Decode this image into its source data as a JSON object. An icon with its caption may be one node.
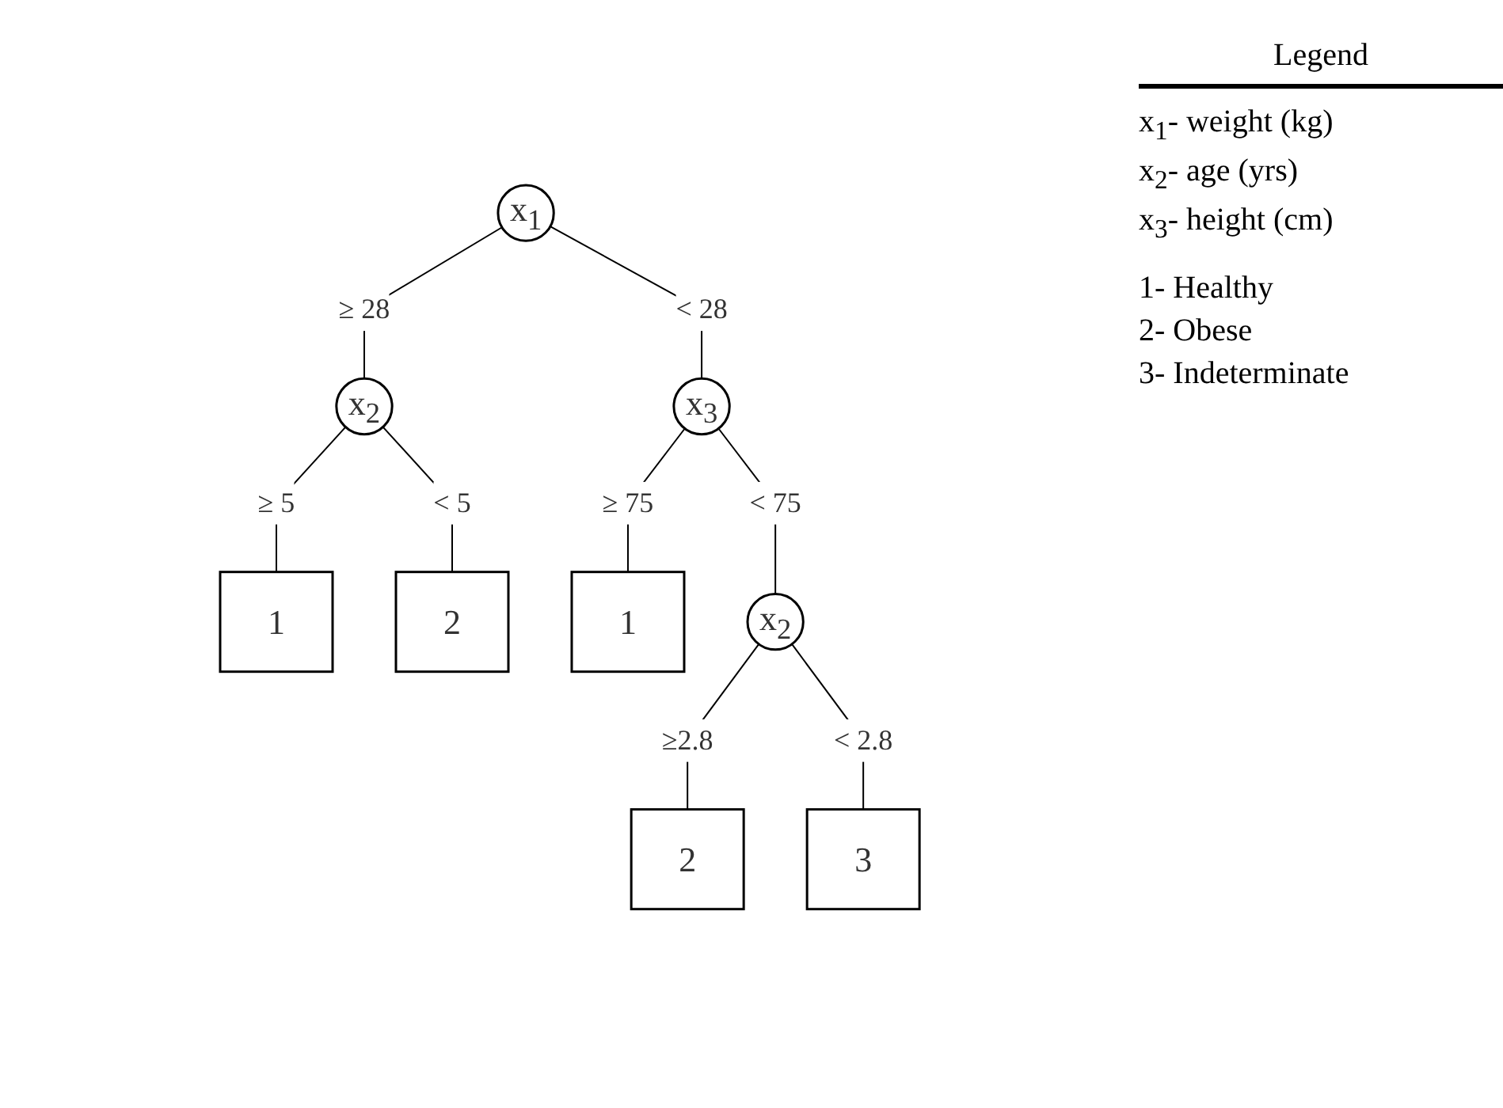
{
  "diagram": {
    "nodes": [
      {
        "text": [
          "x$_{1}$"
        ]
      },
      {
        "text": [
          "x$_{2}$"
        ]
      },
      {
        "text": [
          "x$_{3}$"
        ]
      },
      {
        "text": [
          "1"
        ]
      },
      {
        "text": [
          "2"
        ]
      },
      {
        "text": [
          "1"
        ]
      },
      {
        "text": [
          "x$_{2}$"
        ]
      },
      {
        "text": [
          "2"
        ]
      },
      {
        "text": [
          "3"
        ]
      }
    ],
    "edges": [
      {
        "from": 0,
        "to": 1,
        "arrow": "none",
        "label": "≥ 28"
      },
      {
        "from": 0,
        "to": 2,
        "arrow": "none",
        "label": "< 28"
      },
      {
        "from": 1,
        "to": 3,
        "arrow": "none",
        "label": "≥ 5"
      },
      {
        "from": 1,
        "to": 4,
        "arrow": "none",
        "label": "< 5"
      },
      {
        "from": 2,
        "to": 5,
        "arrow": "none",
        "label": "≥ 75"
      },
      {
        "from": 2,
        "to": 6,
        "arrow": "none",
        "label": "< 75"
      },
      {
        "from": 6,
        "to": 7,
        "arrow": "none",
        "label": "≥2.8"
      },
      {
        "from": 6,
        "to": 8,
        "arrow": "none",
        "label": "< 2.8"
      }
    ],
    "labels": [
      "Legend",
      "x$_{1}$- weight (kg)",
      "x$_{2}$- age (yrs)",
      "x$_{3}$- height (cm)",
      "1- Healthy",
      "2- Obese",
      "3- Indeterminate"
    ]
  }
}
